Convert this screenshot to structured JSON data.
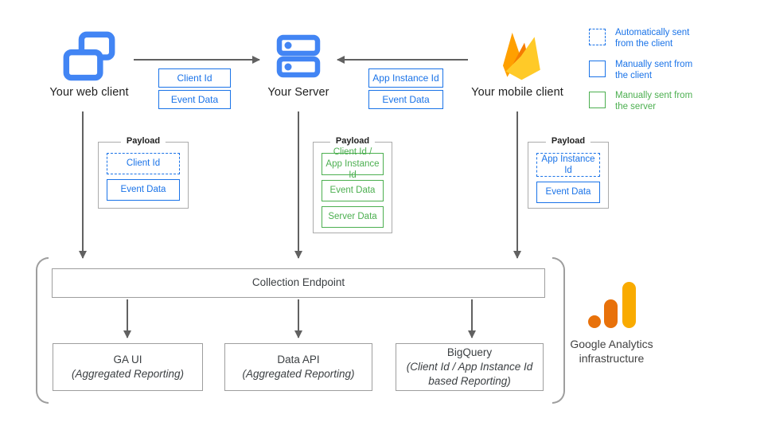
{
  "nodes": {
    "web_client": {
      "label": "Your web client"
    },
    "server": {
      "label": "Your Server"
    },
    "mobile_client": {
      "label": "Your mobile client"
    }
  },
  "arrows": {
    "web_to_server": {
      "labels": [
        "Client Id",
        "Event Data"
      ]
    },
    "mobile_to_server": {
      "labels": [
        "App Instance Id",
        "Event Data"
      ]
    }
  },
  "legend": {
    "items": [
      {
        "label": "Automatically sent from the client",
        "style": "dashed-blue"
      },
      {
        "label": "Manually sent from the client",
        "style": "solid-blue"
      },
      {
        "label": "Manually sent from the server",
        "style": "solid-green"
      }
    ]
  },
  "payloads": [
    {
      "title": "Payload",
      "items": [
        {
          "label": "Client Id",
          "style": "dashed-blue"
        },
        {
          "label": "Event Data",
          "style": "solid-blue"
        }
      ]
    },
    {
      "title": "Payload",
      "items": [
        {
          "label": "Client Id / App Instance Id",
          "style": "solid-green"
        },
        {
          "label": "Event Data",
          "style": "solid-green"
        },
        {
          "label": "Server Data",
          "style": "solid-green"
        }
      ]
    },
    {
      "title": "Payload",
      "items": [
        {
          "label": "App Instance Id",
          "style": "dashed-blue"
        },
        {
          "label": "Event Data",
          "style": "solid-blue"
        }
      ]
    }
  ],
  "infrastructure": {
    "endpoint_label": "Collection Endpoint",
    "outputs": [
      {
        "title": "GA UI",
        "subtitle": "(Aggregated Reporting)"
      },
      {
        "title": "Data API",
        "subtitle": "(Aggregated Reporting)"
      },
      {
        "title": "BigQuery",
        "subtitle": "(Client Id / App Instance Id based Reporting)"
      }
    ],
    "brand_label": "Google Analytics infrastructure"
  },
  "colors": {
    "accent_blue": "#1a73e8",
    "accent_green": "#4caf50",
    "icon_blue": "#4285f4",
    "firebase_yellow": "#FFCA28",
    "firebase_amber": "#FFA000",
    "firebase_orange": "#F57C00",
    "ga_bar_yellow": "#F9AB00",
    "ga_bar_orange": "#E8710A",
    "arrow_gray": "#616161",
    "border_gray": "#9e9e9e"
  }
}
